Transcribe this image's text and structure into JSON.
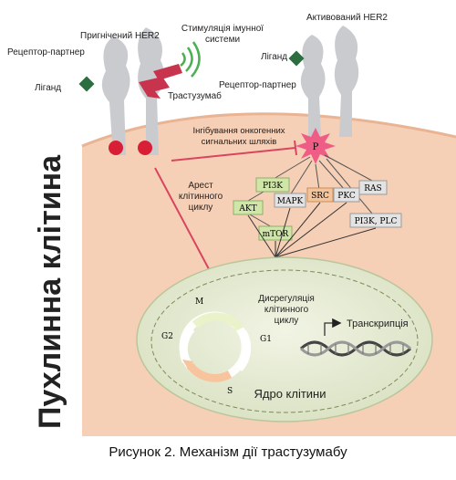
{
  "figure": {
    "side_label": "Пухлинна клітина",
    "caption": "Рисунок 2. Механізм дії трастузумабу",
    "left_receptor": {
      "title": "Пригнічений HER2",
      "partner": "Рецептор-партнер",
      "ligand": "Ліганд",
      "drug": "Трастузумаб"
    },
    "immune": [
      "Стимуляція імунної",
      "системи"
    ],
    "right_receptor": {
      "title": "Активований HER2",
      "ligand": "Ліганд",
      "partner": "Рецептор-партнер"
    },
    "inhibit": [
      "Інгібування онкогенних",
      "сигнальних шляхів"
    ],
    "phospho": "P",
    "arrest": [
      "Арест",
      "клітинного",
      "циклу"
    ],
    "kinases": {
      "pi3k": "PI3K",
      "akt": "AKT",
      "mapk": "MAPK",
      "mtor": "mTOR",
      "src": "SRC",
      "pkc": "PKC",
      "ras": "RAS",
      "pi3k_plc": "PI3K, PLC"
    },
    "dysreg": [
      "Дисрегуляція",
      "клітинного",
      "циклу"
    ],
    "transcription": "Транскрипція",
    "nucleus": "Ядро клітини",
    "phases": {
      "m": "M",
      "g2": "G2",
      "g1": "G1",
      "s": "S"
    }
  },
  "colors": {
    "cytoplasm": "#f6d0b6",
    "nucleus": "#e7ecd6",
    "receptor": "#c9cbcf",
    "ligand": "#2c6e3f",
    "drug": "#c8344d",
    "inhibit_line": "#d9455e",
    "green_box": "#cfe6a8",
    "orange_box": "#f3c39a",
    "grey_box": "#e3e3e3"
  }
}
